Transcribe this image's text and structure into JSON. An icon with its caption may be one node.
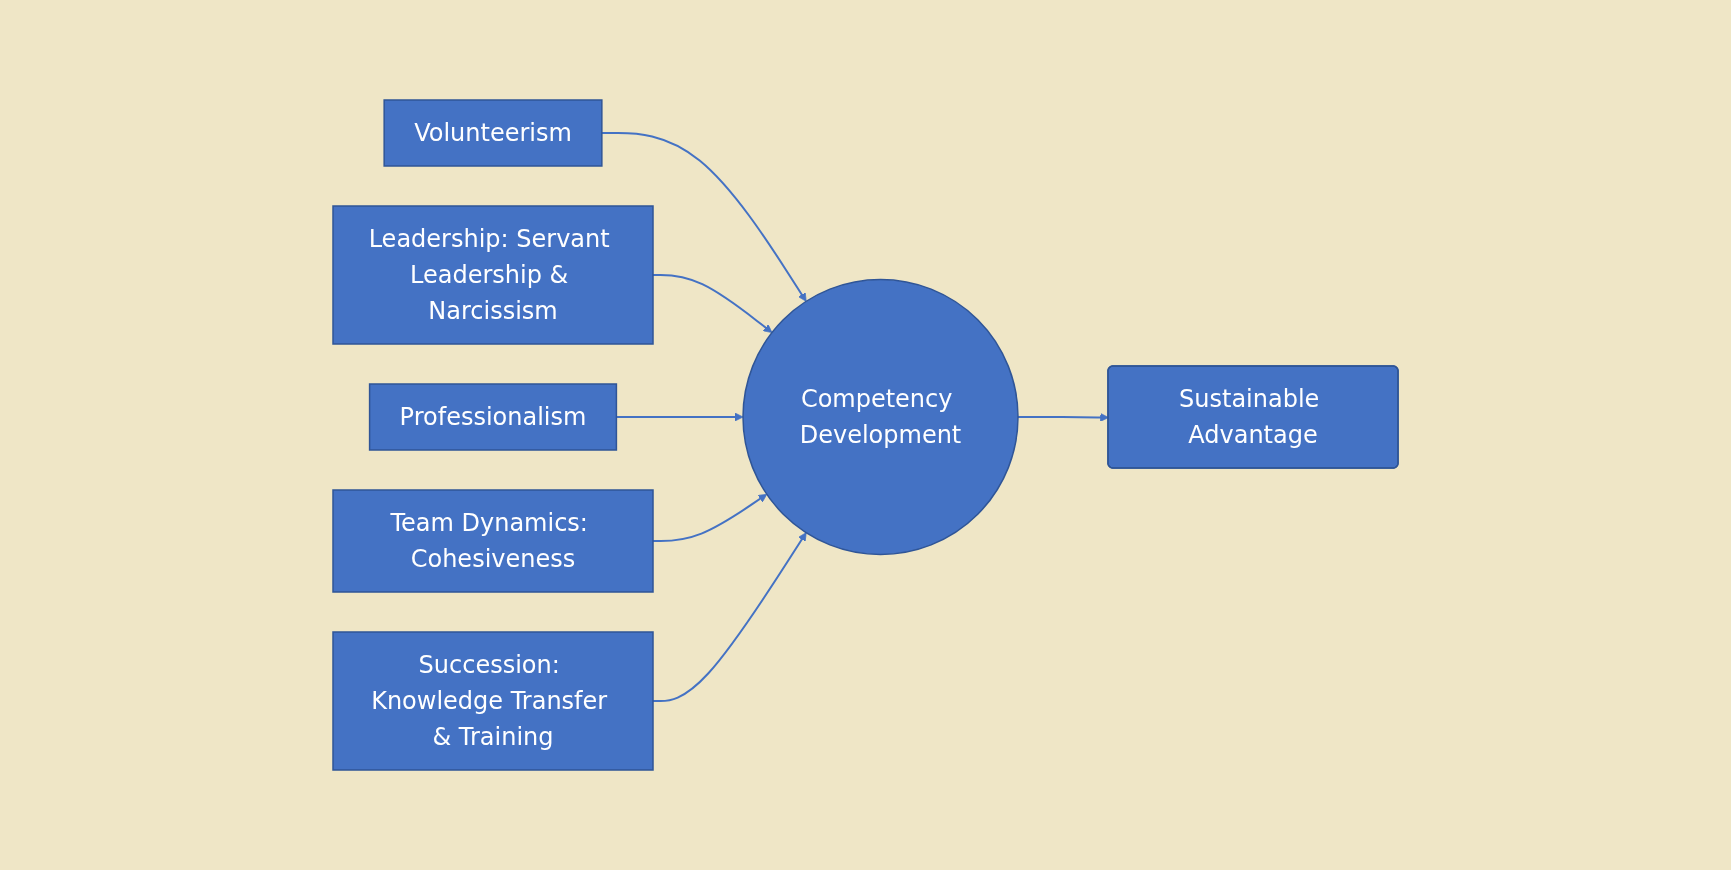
{
  "diagram": {
    "nodes": [
      {
        "text": [
          "Volunteerism"
        ]
      },
      {
        "text": [
          "Team Dynamics: Cohesiveness"
        ]
      },
      {
        "text": [
          "Leadership: Servant Leadership & Narcissism"
        ]
      },
      {
        "text": [
          "Competency Development"
        ]
      },
      {
        "text": [
          "Sustainable Advantage"
        ]
      },
      {
        "text": [
          "Professionalism"
        ]
      },
      {
        "text": [
          "Succession: Knowledge Transfer & Training"
        ]
      }
    ],
    "edges": [
      {
        "from": 0,
        "to": 3,
        "arrow": "to"
      },
      {
        "from": 2,
        "to": 3,
        "arrow": "to"
      },
      {
        "from": 5,
        "to": 3,
        "arrow": "to"
      },
      {
        "from": 1,
        "to": 3,
        "arrow": "to"
      },
      {
        "from": 6,
        "to": 3,
        "arrow": "to"
      },
      {
        "from": 3,
        "to": 4,
        "arrow": "to"
      }
    ]
  }
}
